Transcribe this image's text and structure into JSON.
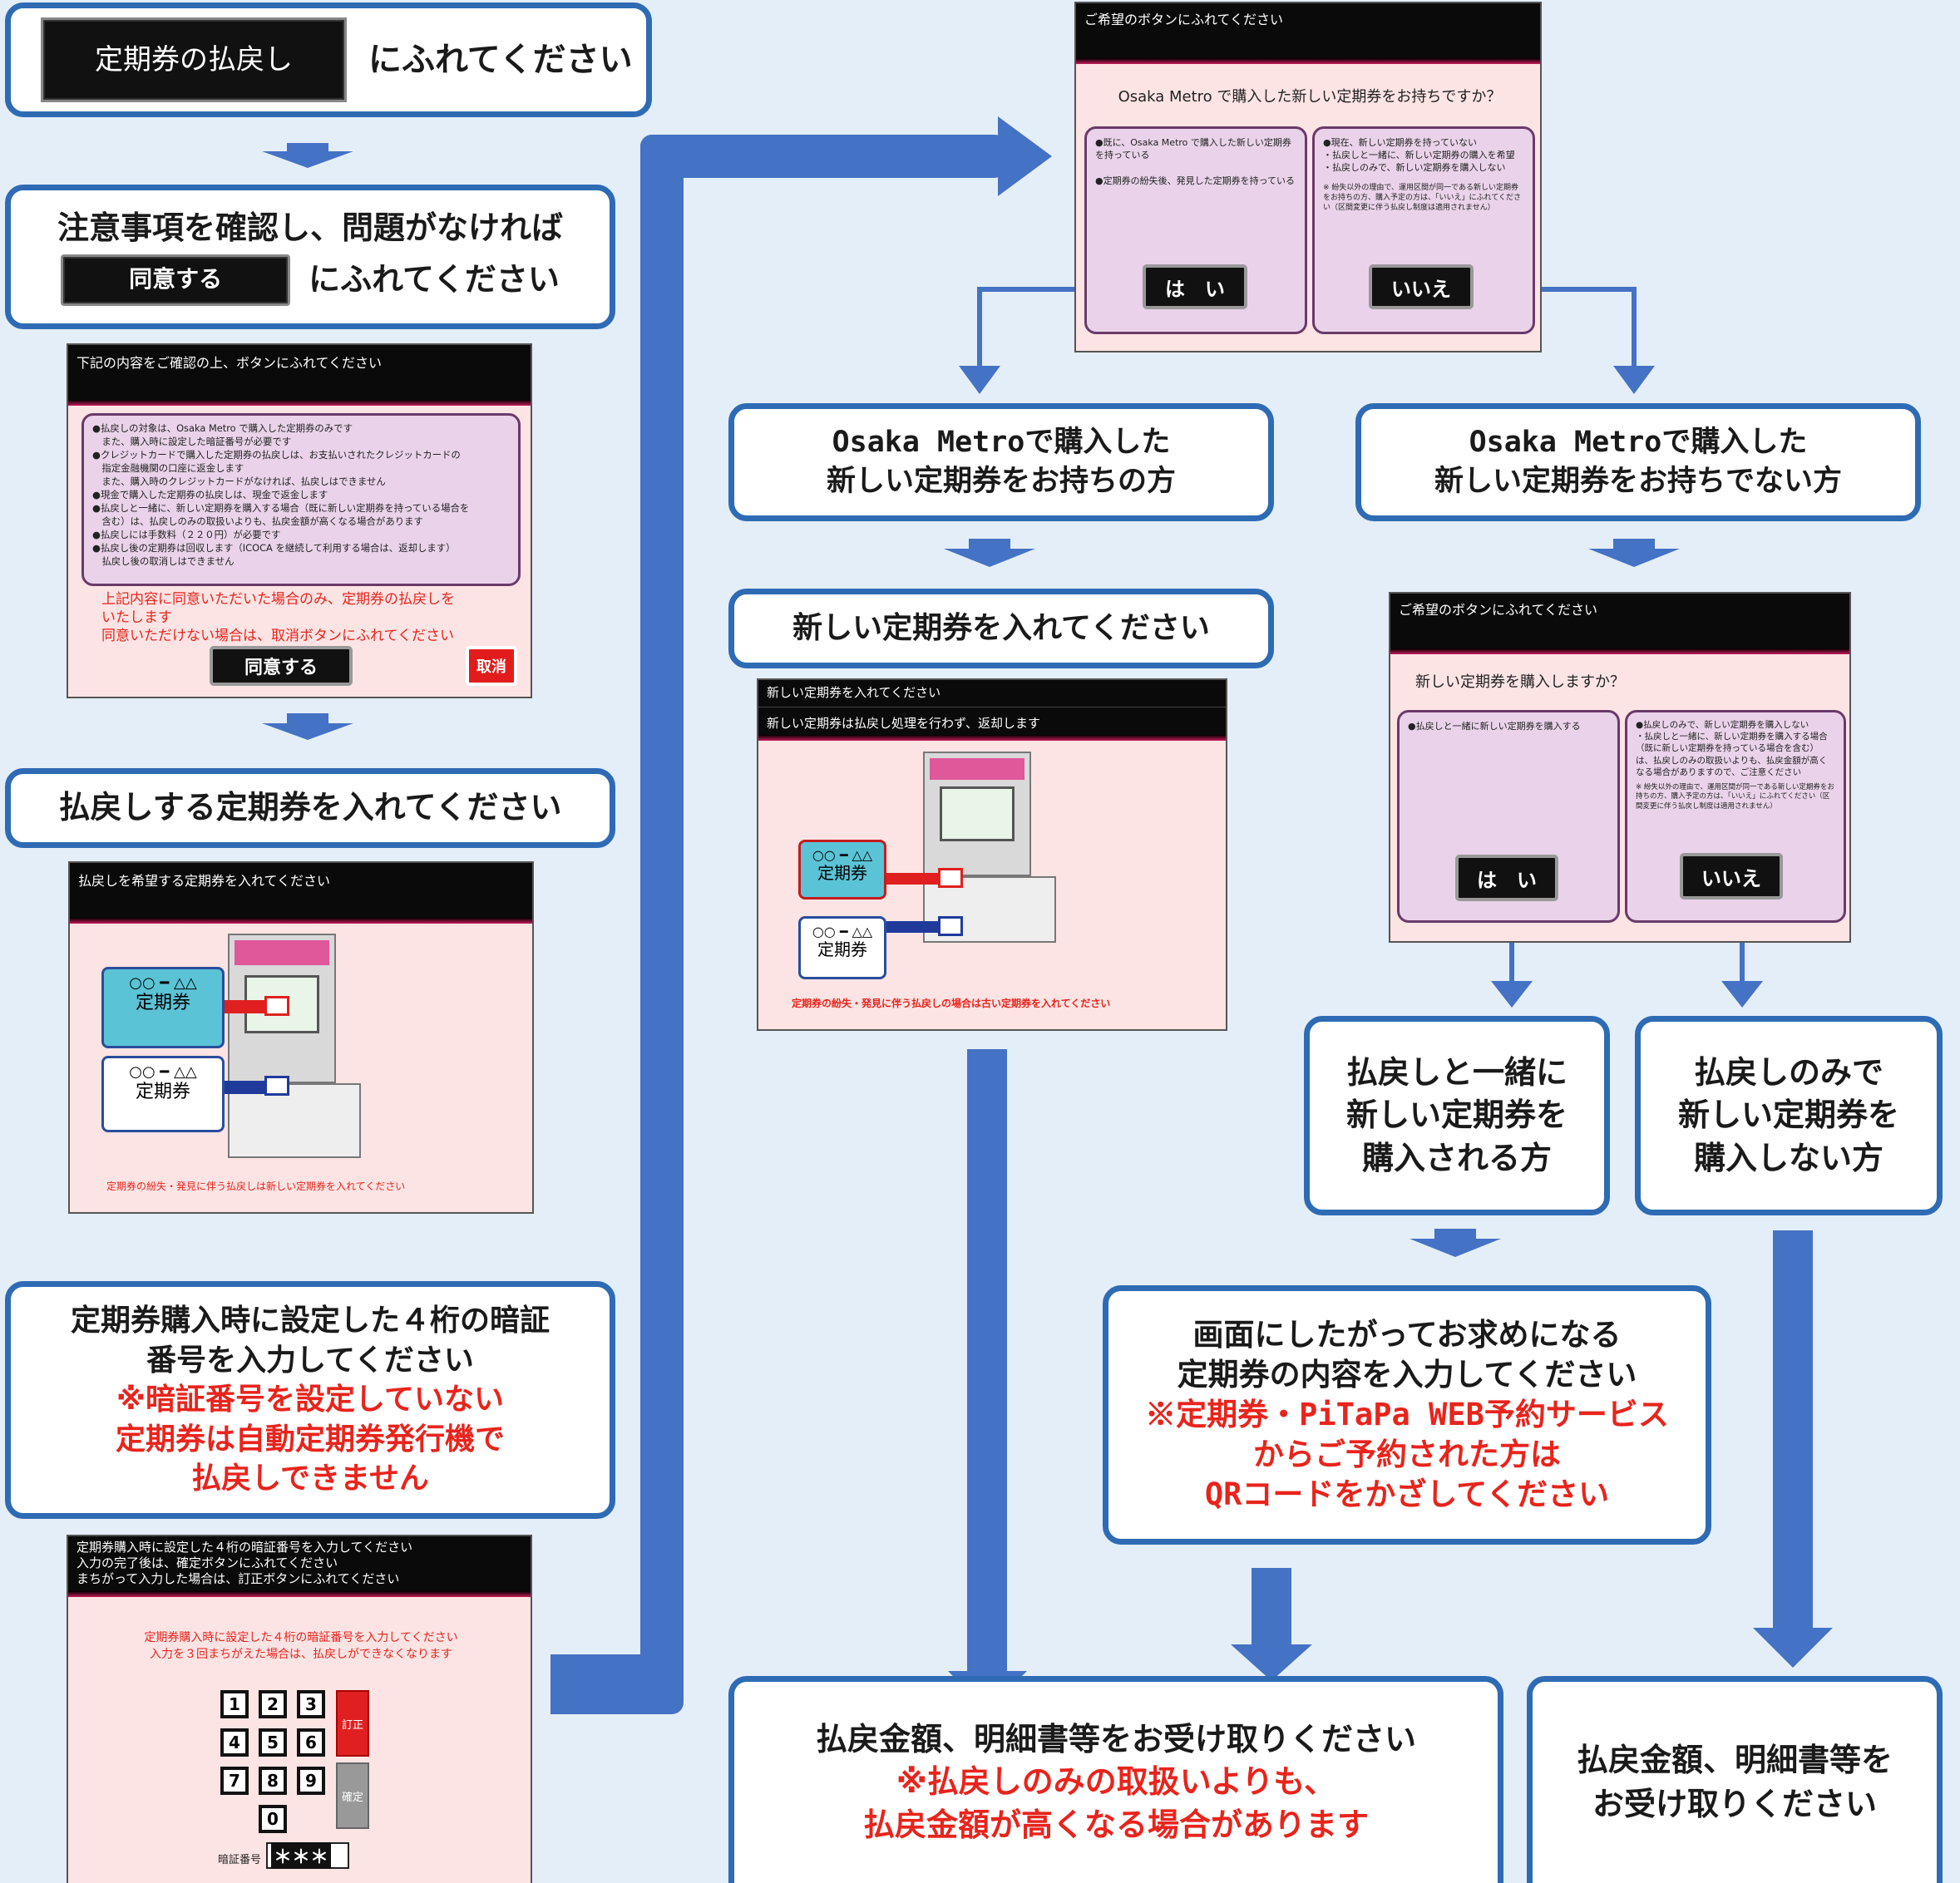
{
  "step1": {
    "button": "定期券の払戻し",
    "text": "にふれてください"
  },
  "step2": {
    "line1": "注意事項を確認し、問題がなければ",
    "button": "同意する",
    "text": "にふれてください"
  },
  "screen_confirm": {
    "header": "下記の内容をご確認の上、ボタンにふれてください",
    "items": [
      "●払戻しの対象は、Osaka Metro で購入した定期券のみです",
      "　また、購入時に設定した暗証番号が必要です",
      "●クレジットカードで購入した定期券の払戻しは、お支払いされたクレジットカードの",
      "　指定金融機関の口座に返金します",
      "　また、購入時のクレジットカードがなければ、払戻しはできません",
      "●現金で購入した定期券の払戻しは、現金で返金します",
      "●払戻しと一緒に、新しい定期券を購入する場合（既に新しい定期券を持っている場合を",
      "　含む）は、払戻しのみの取扱いよりも、払戻金額が高くなる場合があります",
      "●払戻しには手数料（２２０円）が必要です",
      "●払戻し後の定期券は回収します（ICOCA を継続して利用する場合は、返却します）",
      "　払戻し後の取消しはできません"
    ],
    "note1": "上記内容に同意いただいた場合のみ、定期券の払戻しを",
    "note2": "いたします",
    "note3": "同意いただけない場合は、取消ボタンにふれてください",
    "agree": "同意する",
    "cancel": "取消"
  },
  "step3": {
    "text": "払戻しする定期券を入れてください"
  },
  "screen_insert": {
    "header": "払戻しを希望する定期券を入れてください",
    "ticket_top": "○○ ━ △△",
    "ticket_label": "定期券",
    "footer": "定期券の紛失・発見に伴う払戻しは新しい定期券を入れてください"
  },
  "step4": {
    "line1": "定期券購入時に設定した４桁の暗証",
    "line2": "番号を入力してください",
    "red1": "※暗証番号を設定していない",
    "red2": "定期券は自動定期券発行機で",
    "red3": "払戻しできません"
  },
  "screen_pin": {
    "header1": "定期券購入時に設定した４桁の暗証番号を入力してください",
    "header2": "入力の完了後は、確定ボタンにふれてください",
    "header3": "まちがって入力した場合は、訂正ボタンにふれてください",
    "msg1": "定期券購入時に設定した４桁の暗証番号を入力してください",
    "msg2": "入力を３回まちがえた場合は、払戻しができなくなります",
    "keys": [
      "1",
      "2",
      "3",
      "4",
      "5",
      "6",
      "7",
      "8",
      "9",
      "0"
    ],
    "correct": "訂正",
    "confirm": "確定",
    "pin_label": "暗証番号",
    "pin_value": "＊＊＊"
  },
  "screen_question": {
    "header": "ご希望のボタンにふれてください",
    "question": "Osaka Metro で購入した新しい定期券をお持ちですか？",
    "left1": "●既に、Osaka Metro で購入した新しい定期券を持っている",
    "left2": "●定期券の紛失後、発見した定期券を持っている",
    "right1": "●現在、新しい定期券を持っていない",
    "right2": "・払戻しと一緒に、新しい定期券の購入を希望",
    "right3": "・払戻しのみで、新しい定期券を購入しない",
    "right_note": "※ 紛失以外の理由で、運用区間が同一である新しい定期券をお持ちの方、購入予定の方は、「いいえ」にふれてください（区間変更に伴う払戻し制度は適用されません）",
    "yes": "は　い",
    "no": "いいえ"
  },
  "branch_yes": {
    "line1": "Osaka Metroで購入した",
    "line2": "新しい定期券をお持ちの方"
  },
  "branch_no": {
    "line1": "Osaka Metroで購入した",
    "line2": "新しい定期券をお持ちでない方"
  },
  "step_insert_new": {
    "text": "新しい定期券を入れてください"
  },
  "screen_newticket": {
    "header1": "新しい定期券を入れてください",
    "header2": "新しい定期券は払戻し処理を行わず、返却します",
    "ticket_top": "○○ ━ △△",
    "ticket_label": "定期券",
    "footer": "定期券の紛失・発見に伴う払戻しの場合は古い定期券を入れてください"
  },
  "screen_buy": {
    "header": "ご希望のボタンにふれてください",
    "question": "新しい定期券を購入しますか？",
    "left1": "●払戻しと一緒に新しい定期券を購入する",
    "right1": "●払戻しのみで、新しい定期券を購入しない",
    "right2": "・払戻しと一緒に、新しい定期券を購入する場合（既に新しい定期券を持っている場合を含む）は、払戻しのみの取扱いよりも、払戻金額が高くなる場合がありますので、ご注意ください",
    "right_note": "※ 紛失以外の理由で、運用区間が同一である新しい定期券をお持ちの方、購入予定の方は、「いいえ」にふれてください（区間変更に伴う払戻し制度は適用されません）",
    "yes": "は　い",
    "no": "いいえ"
  },
  "buy_with": {
    "line1": "払戻しと一緒に",
    "line2": "新しい定期券を",
    "line3": "購入される方"
  },
  "buy_without": {
    "line1": "払戻しのみで",
    "line2": "新しい定期券を",
    "line3": "購入しない方"
  },
  "input_details": {
    "line1": "画面にしたがってお求めになる",
    "line2": "定期券の内容を入力してください",
    "red1": "※定期券・PiTaPa WEB予約サービス",
    "red2": "からご予約された方は",
    "red3": "QRコードをかざしてください"
  },
  "final_left": {
    "line1": "払戻金額、明細書等をお受け取りください",
    "red1": "※払戻しのみの取扱いよりも、",
    "red2": "払戻金額が高くなる場合があります"
  },
  "final_right": {
    "line1": "払戻金額、明細書等を",
    "line2": "お受け取りください"
  },
  "colors": {
    "background": "#e4eef8",
    "border_blue": "#2e6bb4",
    "arrow_blue": "#4472c4",
    "red": "#e8241c"
  }
}
